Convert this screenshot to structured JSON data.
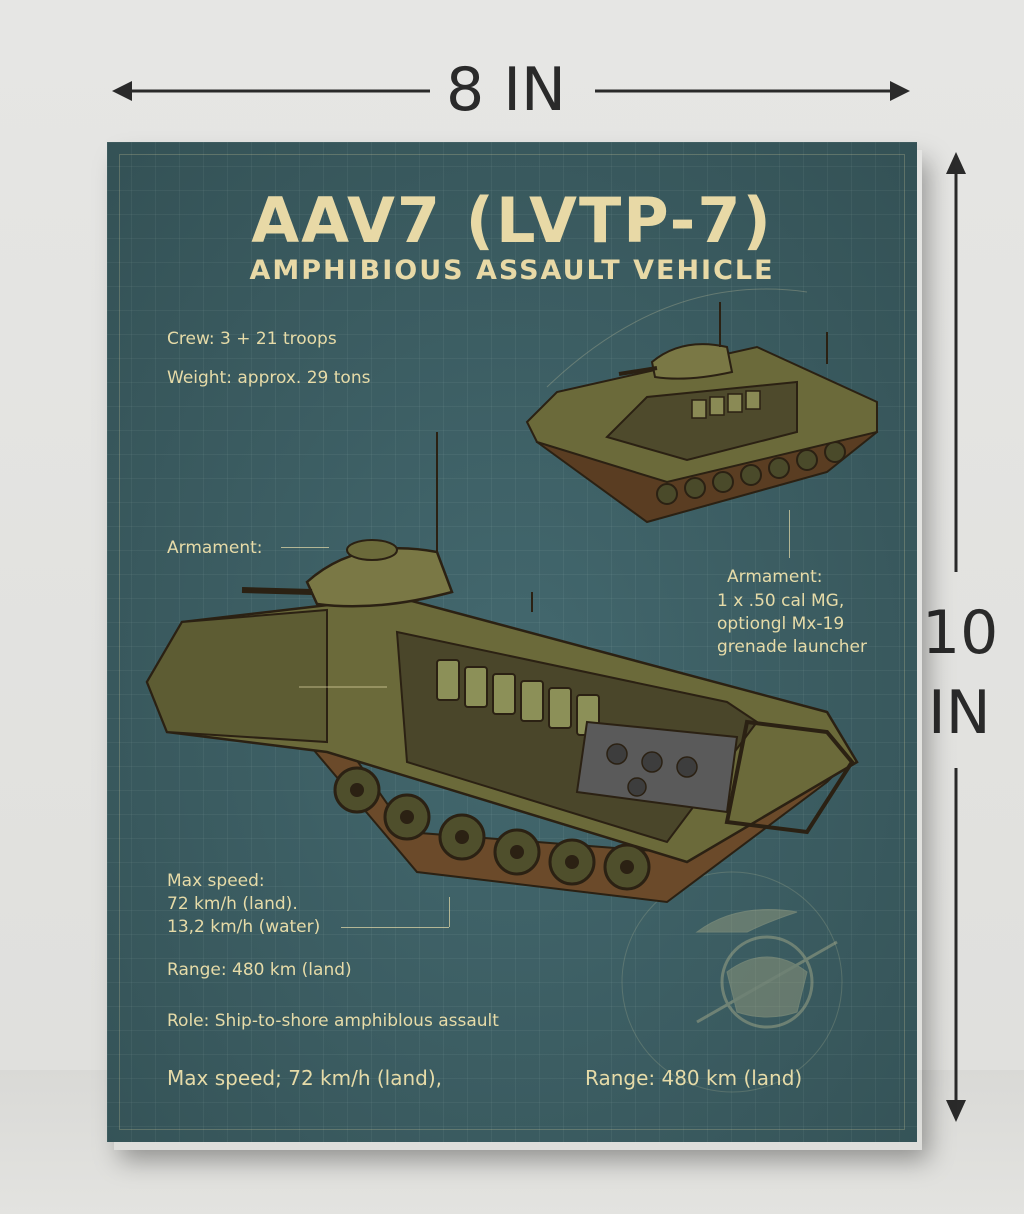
{
  "dimensions": {
    "width_label": "8 IN",
    "height_label_line1": "10",
    "height_label_line2": "IN"
  },
  "poster": {
    "title": "AAV7 (LVTP-7)",
    "subtitle": "AMPHIBIOUS ASSAULT VEHICLE",
    "specs": {
      "crew": "Crew: 3 + 21 troops",
      "weight": "Weight: approx. 29 tons",
      "armament_left": "Armament:",
      "armament_right_title": "Armament:",
      "armament_right_line1": "1 x .50 cal MG,",
      "armament_right_line2": "optiongl Mx-19",
      "armament_right_line3": "grenade launcher",
      "max_speed_title": "Max speed:",
      "max_speed_land": "72 km/h (land).",
      "max_speed_water": "13,2 km/h (water)",
      "range": "Range: 480 km (land)",
      "role": "Role: Ship-to-shore amphiblous assault",
      "footer_left": "Max speed; 72 km/h (land),",
      "footer_right": "Range: 480 km (land)"
    },
    "illustrations": [
      "aav7-cutaway-small",
      "aav7-cutaway-large",
      "usmc-emblem"
    ],
    "colors": {
      "background": "#3f6368",
      "text": "#e8d9a6",
      "vehicle_olive": "#6b6a3a",
      "track_brown": "#6b4a2a"
    }
  }
}
